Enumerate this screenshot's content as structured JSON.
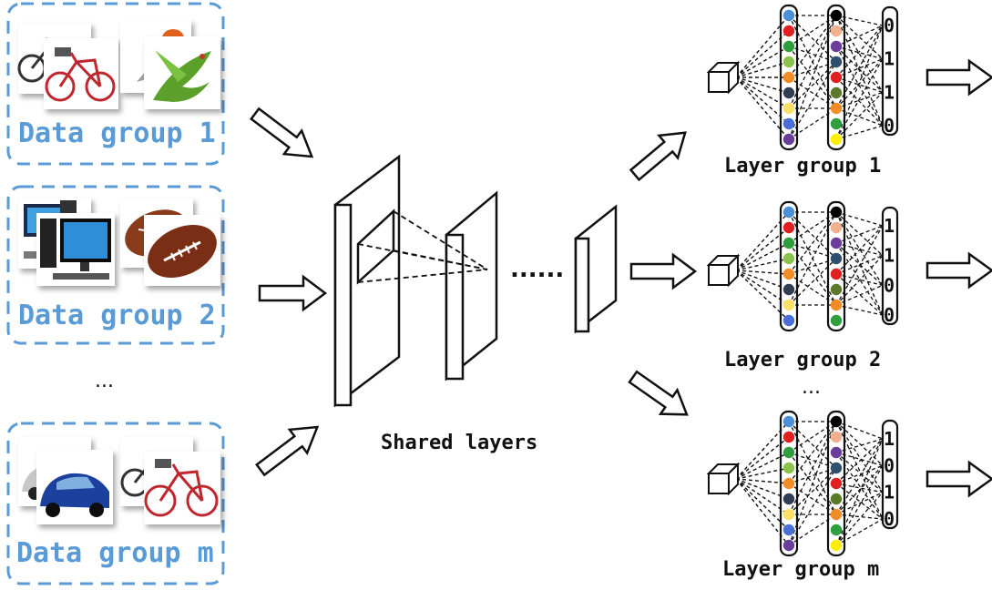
{
  "data_groups": [
    {
      "label": "Data group 1",
      "images": [
        "bicycle",
        "bicycle",
        "bird",
        "parrot"
      ]
    },
    {
      "label": "Data group 2",
      "images": [
        "computer",
        "computer",
        "football",
        "football"
      ]
    },
    {
      "label": "Data group m",
      "images": [
        "car",
        "car",
        "bicycle",
        "bicycle"
      ]
    }
  ],
  "data_ellipsis": "...",
  "shared_label": "Shared layers",
  "dots": "......",
  "layer_groups": [
    {
      "label": "Layer group 1",
      "outputs": [
        "0",
        "1",
        "1",
        "0"
      ]
    },
    {
      "label": "Layer group 2",
      "outputs": [
        "1",
        "1",
        "0",
        "0"
      ]
    },
    {
      "label": "Layer group m",
      "outputs": [
        "1",
        "0",
        "1",
        "0"
      ]
    }
  ],
  "layer_ellipsis": "...",
  "colors": {
    "dashed_border": "#5b9bd5",
    "label_blue": "#5b9bd5",
    "col1_nodes": [
      "#4a90d9",
      "#e02020",
      "#2e9e3e",
      "#8bc34a",
      "#f28c28",
      "#2f3e55",
      "#ffe066",
      "#4a6fd9",
      "#6a3d9a"
    ],
    "col2_nodes": [
      "#000000",
      "#f0b090",
      "#6a3d9a",
      "#2f4f6f",
      "#e02020",
      "#5a7a2a",
      "#f28c28",
      "#2e9e3e",
      "#ffee00"
    ]
  }
}
